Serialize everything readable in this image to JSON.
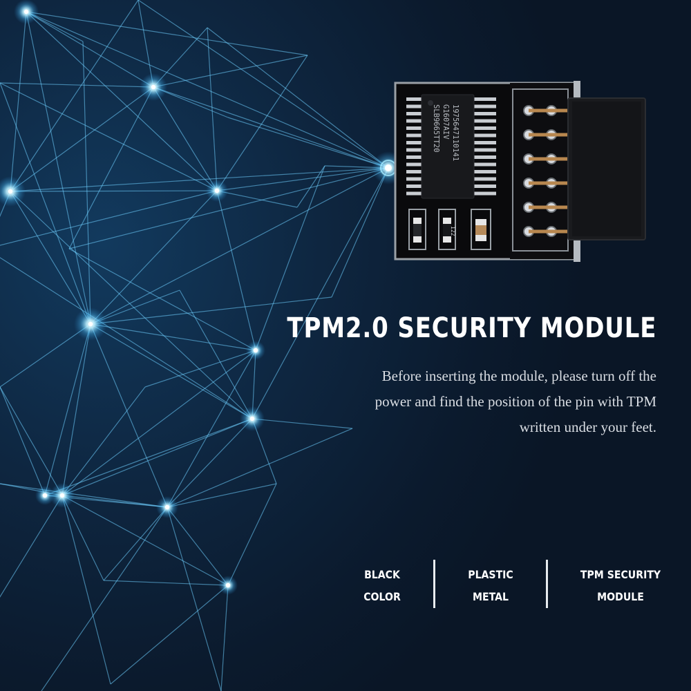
{
  "product": {
    "title": "TPM2.0 SECURITY MODULE",
    "description_lines": [
      "Before inserting the module, please turn off the",
      "power and find the position of the pin with TPM",
      "written under your feet."
    ],
    "chip_text": [
      "SLB9665TT20",
      "G1607AIV",
      "1975647110141"
    ],
    "resistor_text": "122"
  },
  "features": [
    {
      "line1": "BLACK",
      "line2": "COLOR"
    },
    {
      "line1": "PLASTIC",
      "line2": "METAL"
    },
    {
      "line1": "TPM SECURITY",
      "line2": "MODULE"
    }
  ],
  "colors": {
    "background": "#0d1a2c",
    "network_line": "#6fd0ff",
    "node_glow": "#9fe6ff",
    "text": "#ffffff",
    "divider": "#e8ecf0"
  }
}
